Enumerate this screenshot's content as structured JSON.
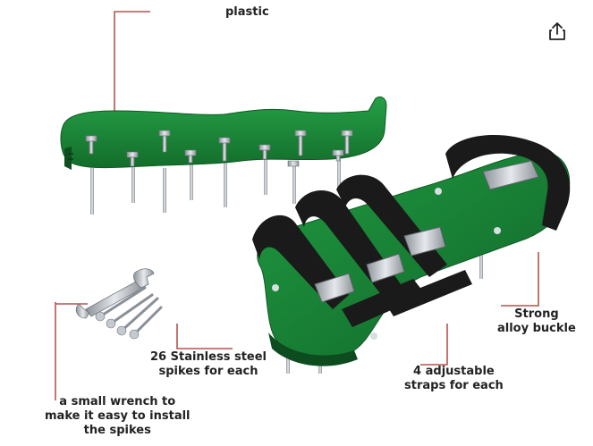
{
  "labels": {
    "plastic": "plastic",
    "spikes": [
      "26 Stainless steel",
      "spikes for each"
    ],
    "wrench": [
      "a small wrench to",
      "make it easy to install",
      "the spikes"
    ],
    "straps": [
      "4 adjustable",
      "straps for each"
    ],
    "buckle": [
      "Strong",
      "alloy buckle"
    ]
  },
  "colors": {
    "sole_green": "#1e8a3c",
    "sole_dark": "#126b2a",
    "strap": "#1a1a1a",
    "metal": "#b9bec4",
    "callout_line": "#b4534e"
  },
  "icons": {
    "share": "share-icon"
  }
}
